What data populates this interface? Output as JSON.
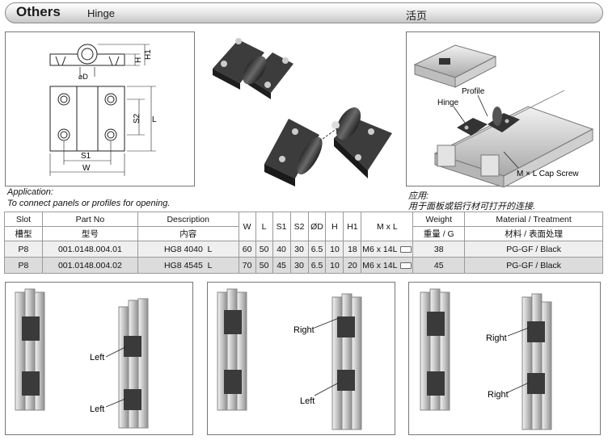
{
  "header": {
    "category": "Others",
    "name": "Hinge",
    "name_cn": "活页"
  },
  "drawing": {
    "d_label": "⌀D",
    "h_label": "H",
    "h1_label": "H1",
    "s2_label": "S2",
    "l_label": "L",
    "s1_label": "S1",
    "w_label": "W"
  },
  "assembly": {
    "profile_label": "Profile",
    "hinge_label": "Hinge",
    "screw_label": "M × L Cap Screw"
  },
  "application": {
    "title": "Application:",
    "text": "To connect panels or profiles for opening.",
    "title_cn": "应用:",
    "text_cn": "用于面板或铝行材可打开的连接."
  },
  "table": {
    "headers": {
      "slot": "Slot",
      "slot_cn": "槽型",
      "part_no": "Part No",
      "part_no_cn": "型号",
      "description": "Description",
      "description_cn": "内容",
      "w": "W",
      "l": "L",
      "s1": "S1",
      "s2": "S2",
      "d": "ØD",
      "h": "H",
      "h1": "H1",
      "mxl": "M x L",
      "weight": "Weight",
      "weight_cn": "重量 / G",
      "material": "Material / Treatment",
      "material_cn": "材料 / 表面处理"
    },
    "rows": [
      {
        "slot": "P8",
        "part_no": "001.0148.004.01",
        "description": "HG8 4040",
        "desc_suffix": "L",
        "w": "60",
        "l": "50",
        "s1": "40",
        "s2": "30",
        "d": "6.5",
        "h": "10",
        "h1": "18",
        "mxl": "M6 x 14L",
        "weight": "38",
        "material": "PG-GF / Black"
      },
      {
        "slot": "P8",
        "part_no": "001.0148.004.02",
        "description": "HG8 4545",
        "desc_suffix": "L",
        "w": "70",
        "l": "50",
        "s1": "45",
        "s2": "30",
        "d": "6.5",
        "h": "10",
        "h1": "20",
        "mxl": "M6 x 14L",
        "weight": "45",
        "material": "PG-GF / Black"
      }
    ]
  },
  "panels": {
    "p1": {
      "label_a": "Left",
      "label_b": "Left"
    },
    "p2": {
      "label_a": "Right",
      "label_b": "Left"
    },
    "p3": {
      "label_a": "Right",
      "label_b": "Right"
    }
  }
}
